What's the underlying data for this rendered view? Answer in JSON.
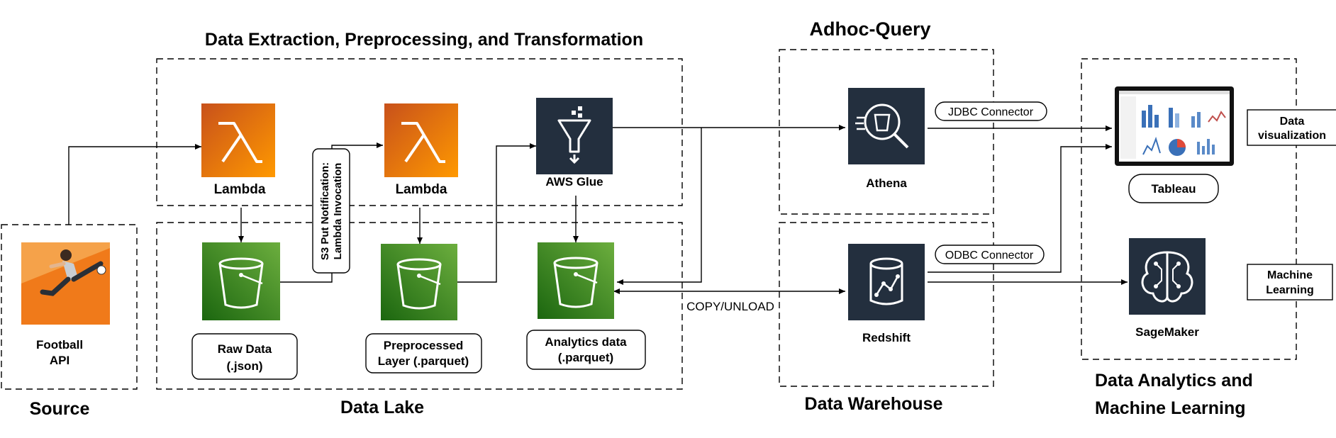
{
  "groups": {
    "source": "Source",
    "extraction": "Data Extraction, Preprocessing, and Transformation",
    "data_lake": "Data Lake",
    "adhoc": "Adhoc-Query",
    "warehouse": "Data Warehouse",
    "analytics_line1": "Data Analytics and",
    "analytics_line2": "Machine Learning"
  },
  "nodes": {
    "football_line1": "Football",
    "football_line2": "API",
    "lambda1": "Lambda",
    "lambda2": "Lambda",
    "glue": "AWS Glue",
    "raw_line1": "Raw Data",
    "raw_line2": "(.json)",
    "pre_line1": "Preprocessed",
    "pre_line2": "Layer (.parquet)",
    "analytics_line1": "Analytics data",
    "analytics_line2": "(.parquet)",
    "athena": "Athena",
    "redshift": "Redshift",
    "tableau": "Tableau",
    "sagemaker": "SageMaker",
    "dataviz_line1": "Data",
    "dataviz_line2": "visualization",
    "ml_line1": "Machine",
    "ml_line2": "Learning"
  },
  "edges": {
    "s3_notify_line1": "S3 Put Notification:",
    "s3_notify_line2": "Lambda Invocation",
    "jdbc": "JDBC Connector",
    "odbc": "ODBC Connector",
    "copy_unload": "COPY/UNLOAD"
  },
  "colors": {
    "lambda_orange": "#DD6B10",
    "s3_green": "#3F8624",
    "aws_navy": "#232F3E",
    "service_label": "#232F3E"
  },
  "icons": [
    "lambda-icon",
    "s3-bucket-icon",
    "glue-icon",
    "athena-icon",
    "redshift-icon",
    "sagemaker-icon",
    "tableau-dashboard-icon",
    "football-player-icon"
  ]
}
